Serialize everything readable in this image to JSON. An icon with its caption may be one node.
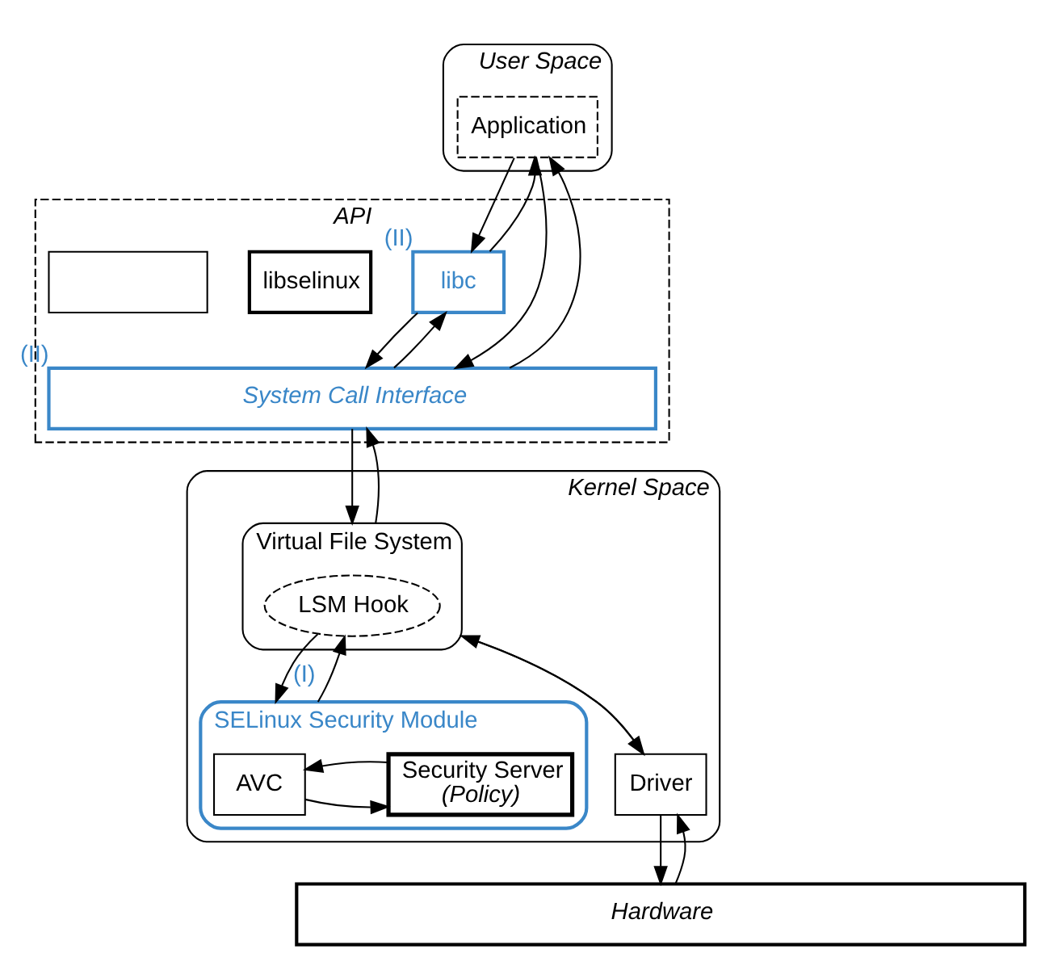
{
  "diagram": {
    "nodes": [
      {
        "text": [
          "User Space"
        ]
      },
      {
        "text": [
          "Application"
        ],
        "in": 0
      },
      {
        "text": [
          "API"
        ]
      },
      {
        "text": [
          "libc"
        ],
        "in": 2,
        "beside": [
          "(II)"
        ]
      },
      {
        "text": [
          "libselinux"
        ],
        "in": 2
      },
      {
        "text": [],
        "shape": "box",
        "in": 2
      },
      {
        "text": [
          "Kernel Space"
        ]
      },
      {
        "text": [
          "System Call Interface"
        ],
        "in": 2,
        "beside": [
          "(II)"
        ]
      },
      {
        "text": [
          "Virtual File System"
        ],
        "in": 6
      },
      {
        "text": [
          "LSM Hook"
        ],
        "in": 8
      },
      {
        "text": [
          "SELinux Security Module"
        ],
        "in": 6
      },
      {
        "text": [
          "AVC"
        ],
        "in": 10
      },
      {
        "text": [
          "Security Server",
          "(Policy)"
        ],
        "in": 10
      },
      {
        "text": [
          "Driver"
        ],
        "in": 6
      },
      {
        "text": [
          "Hardware"
        ]
      }
    ],
    "edges": [
      {
        "from": 1,
        "to": 7,
        "arrow": "to"
      },
      {
        "from": 7,
        "to": 1,
        "arrow": "to"
      },
      {
        "from": 1,
        "to": 3,
        "arrow": "to"
      },
      {
        "from": 3,
        "to": 1,
        "arrow": "to"
      },
      {
        "from": 3,
        "to": 7,
        "arrow": "to"
      },
      {
        "from": 7,
        "to": 3,
        "arrow": "to"
      },
      {
        "from": 7,
        "to": 8,
        "arrow": "to"
      },
      {
        "from": 8,
        "to": 7,
        "arrow": "to"
      },
      {
        "from": 9,
        "to": 10,
        "arrow": "to",
        "label": "(I)"
      },
      {
        "from": 10,
        "to": 9,
        "arrow": "to"
      },
      {
        "from": 11,
        "to": 12,
        "arrow": "to"
      },
      {
        "from": 12,
        "to": 11,
        "arrow": "to"
      },
      {
        "from": 8,
        "to": 13,
        "arrow": "to"
      },
      {
        "from": 13,
        "to": 8,
        "arrow": "to"
      },
      {
        "from": 13,
        "to": 14,
        "arrow": "to"
      },
      {
        "from": 14,
        "to": 13,
        "arrow": "to"
      }
    ]
  }
}
